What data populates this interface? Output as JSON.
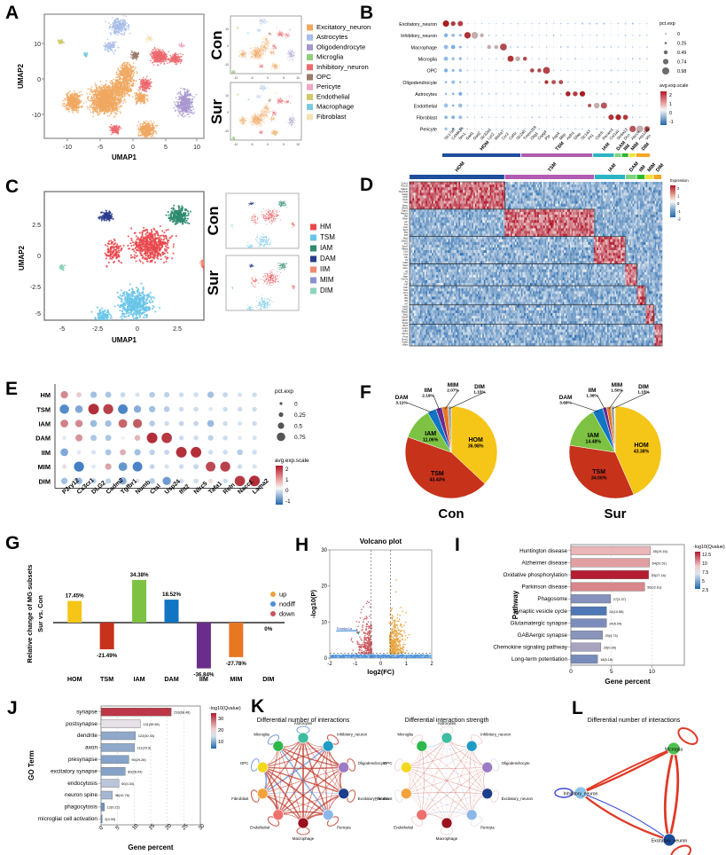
{
  "panels": {
    "A": "A",
    "B": "B",
    "C": "C",
    "D": "D",
    "E": "E",
    "F": "F",
    "G": "G",
    "H": "H",
    "I": "I",
    "J": "J",
    "K": "K",
    "L": "L"
  },
  "panelA": {
    "xlabel": "UMAP1",
    "ylabel": "UMAP2",
    "xticks": [
      "-10",
      "-5",
      "0",
      "5",
      "10"
    ],
    "yticks": [
      "10",
      "0",
      "-10"
    ],
    "inset_labels": [
      "Con",
      "Sur"
    ],
    "inset_xticks": [
      "-10",
      "-5",
      "0",
      "5",
      "10"
    ],
    "inset_yticks": [
      "10",
      "0",
      "-10"
    ],
    "legend": [
      {
        "label": "Excitatory_neuron",
        "color": "#F0A860"
      },
      {
        "label": "Astrocytes",
        "color": "#A8BDE8"
      },
      {
        "label": "Oligodendrocyte",
        "color": "#A896CF"
      },
      {
        "label": "Microglia",
        "color": "#8FCF77"
      },
      {
        "label": "Inhibitory_neuron",
        "color": "#EB6A6E"
      },
      {
        "label": "OPC",
        "color": "#9C7B6B"
      },
      {
        "label": "Pericyte",
        "color": "#F0A7C4"
      },
      {
        "label": "Endothelial",
        "color": "#CFC96B"
      },
      {
        "label": "Macrophage",
        "color": "#7ECBE0"
      },
      {
        "label": "Fibroblast",
        "color": "#F5E3B8"
      }
    ]
  },
  "panelB": {
    "rows": [
      "Excitatory_neuron",
      "Inhibitory_neuron",
      "Macrophage",
      "Microglia",
      "OPC",
      "Oligodendrocyte",
      "Astrocytes",
      "Endothelial",
      "Fibroblast",
      "Pericyte"
    ],
    "genes": [
      "Slc17a7",
      "CAMK2A",
      "Nrn1",
      "Gad1",
      "Gad2",
      "Slc32a1",
      "Lyz2",
      "Ms4a7",
      "Ccr2",
      "Csf1r",
      "Slc2a5",
      "Tmem119",
      "Olig1",
      "Cspg4",
      "Plp",
      "Aqp4",
      "Mbp",
      "Aldh1",
      "Gfap",
      "Slc1a3",
      "Flt1",
      "Cldn5",
      "Pecam1",
      "Col1a1",
      "Slc6a13",
      "Dcn",
      "Abcc9",
      "Atp13a5",
      "Vtn"
    ],
    "legend_size_title": "pct.exp",
    "legend_sizes": [
      "0",
      "0.25",
      "0.49",
      "0.74",
      "0.98"
    ],
    "legend_color_title": "avg.exp.scale",
    "legend_color_ticks": [
      "2",
      "1",
      "0",
      "-1"
    ],
    "diagonal_blocks": [
      {
        "row": 0,
        "start": 0,
        "n": 3
      },
      {
        "row": 1,
        "start": 3,
        "n": 3
      },
      {
        "row": 2,
        "start": 6,
        "n": 3
      },
      {
        "row": 3,
        "start": 9,
        "n": 3
      },
      {
        "row": 4,
        "start": 12,
        "n": 3
      },
      {
        "row": 5,
        "start": 14,
        "n": 3
      },
      {
        "row": 6,
        "start": 17,
        "n": 3
      },
      {
        "row": 7,
        "start": 20,
        "n": 3
      },
      {
        "row": 8,
        "start": 23,
        "n": 3
      },
      {
        "row": 9,
        "start": 26,
        "n": 3
      }
    ]
  },
  "panelC": {
    "xlabel": "UMAP1",
    "ylabel": "UMAP2",
    "xticks": [
      "-5",
      "-2.5",
      "0",
      "2.5"
    ],
    "yticks": [
      "2.5",
      "0",
      "-2.5",
      "-5"
    ],
    "inset_labels": [
      "Con",
      "Sur"
    ],
    "legend": [
      {
        "label": "HM",
        "color": "#E8484C"
      },
      {
        "label": "TSM",
        "color": "#67C4E8"
      },
      {
        "label": "IAM",
        "color": "#2E8B6E"
      },
      {
        "label": "DAM",
        "color": "#2A3C8C"
      },
      {
        "label": "IIM",
        "color": "#F08A70"
      },
      {
        "label": "MIM",
        "color": "#8A92CF"
      },
      {
        "label": "DIM",
        "color": "#8FD4BC"
      }
    ]
  },
  "panelD": {
    "groups": [
      {
        "label": "HOM",
        "color": "#1F4E9C",
        "width": 34
      },
      {
        "label": "TSM",
        "color": "#B05CB0",
        "width": 32
      },
      {
        "label": "IAM",
        "color": "#2BB5C4",
        "width": 11
      },
      {
        "label": "DAM",
        "color": "#7ED47E",
        "width": 4
      },
      {
        "label": "IIM",
        "color": "#2EB82E",
        "width": 3
      },
      {
        "label": "MIM",
        "color": "#F2E23A",
        "width": 3
      },
      {
        "label": "DIM",
        "color": "#F5A623",
        "width": 3
      }
    ],
    "legend_title": "Expression",
    "legend_ticks": [
      "2",
      "1",
      "0",
      "-1",
      "-2"
    ],
    "gene_rows": [
      "Cx3cr1",
      "P2ry12",
      "Siglech",
      "Tmem119",
      "Selplg",
      "Csf1r",
      "Hexb",
      "Ctss",
      "Sparc",
      "Olfml3",
      "Tgfbr1",
      "Marcks",
      "Maf",
      "Rhob",
      "Jun",
      "Fos",
      "Junb",
      "Egr1",
      "Klf2",
      "Atf3",
      "Btg2",
      "Dusp1",
      "Ier2",
      "Socs3",
      "Nfkbia",
      "Ccl3",
      "Ccl4",
      "Il1b",
      "Tnf",
      "Cd83",
      "Spp1",
      "Apoe",
      "Lpl",
      "Cst7",
      "Itgax",
      "Clec7a",
      "Axl",
      "Cd9",
      "Ctsb",
      "Ctsd",
      "Fth1",
      "Ifit1",
      "Ifit2",
      "Ifit3",
      "Irf7",
      "Isg15",
      "Oasl2",
      "Rsad2",
      "Stat1",
      "Usp18",
      "Mki67",
      "Top2a",
      "Birc5",
      "Ccnb1",
      "Cdk1",
      "Mcm2",
      "Pcna",
      "Stmn1",
      "Tubb5",
      "H2afz"
    ]
  },
  "panelE": {
    "rows": [
      "HM",
      "TSM",
      "IAM",
      "DAM",
      "IIM",
      "MIM",
      "DIM"
    ],
    "genes": [
      "P2ry12",
      "Cx3cr1",
      "DLG2",
      "Cadm2",
      "Tgfbr1",
      "Numb",
      "Ctsl",
      "Usp24",
      "Ifit2",
      "Nlrc5",
      "Tafa1",
      "Reln",
      "Nacc1",
      "Lama2"
    ],
    "legend_size_title": "pct.exp",
    "legend_sizes": [
      "0",
      "0.25",
      "0.5",
      "0.75"
    ],
    "legend_color_title": "avg.exp.scale",
    "legend_color_ticks": [
      "2",
      "1",
      "0",
      "-1"
    ],
    "matrix": [
      [
        1.2,
        0.5,
        -0.9,
        -0.8,
        -0.5,
        -0.3,
        -0.7,
        -0.6,
        -0.4,
        -0.4,
        -0.9,
        -0.5,
        -0.3,
        -0.4
      ],
      [
        -1.8,
        -1.3,
        2.2,
        2.0,
        -1.9,
        -1.2,
        -0.9,
        -0.7,
        -0.4,
        -0.4,
        -0.2,
        -0.4,
        -0.4,
        -0.4
      ],
      [
        1.3,
        1.2,
        -1.0,
        -0.9,
        1.6,
        1.7,
        -0.7,
        -0.4,
        -0.5,
        -0.5,
        -1.0,
        -0.4,
        -0.3,
        -0.4
      ],
      [
        -0.2,
        1.1,
        -0.8,
        -0.8,
        0.1,
        0.7,
        2.2,
        2.1,
        -0.4,
        -0.4,
        -0.6,
        -0.4,
        -0.2,
        -0.3
      ],
      [
        -1.3,
        -0.2,
        -0.3,
        -0.8,
        0.8,
        -0.9,
        -0.6,
        -0.5,
        2.2,
        2.2,
        -0.4,
        -0.4,
        -0.7,
        -0.4
      ],
      [
        0.3,
        -2.0,
        -0.2,
        0.9,
        -1.6,
        -1.9,
        -0.5,
        -0.3,
        -0.4,
        -0.5,
        1.9,
        2.0,
        -0.4,
        -0.3
      ],
      [
        -0.9,
        -1.0,
        -0.6,
        -0.6,
        -1.2,
        -0.3,
        -0.7,
        -1.5,
        -0.4,
        -0.4,
        0.3,
        -0.4,
        2.1,
        2.2
      ]
    ]
  },
  "panelF": {
    "charts": [
      {
        "title": "Con",
        "slices": [
          {
            "label": "HOM",
            "value": 36.98,
            "pct": "36.98%",
            "color": "#F5C518"
          },
          {
            "label": "TSM",
            "value": 43.43,
            "pct": "43.43%",
            "color": "#C7321B"
          },
          {
            "label": "IAM",
            "value": 11.06,
            "pct": "11.06%",
            "color": "#7DC242"
          },
          {
            "label": "DAM",
            "value": 3.11,
            "pct": "3.11%",
            "color": "#1275C4"
          },
          {
            "label": "IIM",
            "value": 2.19,
            "pct": "2.19%",
            "color": "#6B2D8C"
          },
          {
            "label": "MIM",
            "value": 2.07,
            "pct": "2.07%",
            "color": "#E87722"
          },
          {
            "label": "DIM",
            "value": 1.15,
            "pct": "1.15%",
            "color": "#9AA0A6"
          }
        ]
      },
      {
        "title": "Sur",
        "slices": [
          {
            "label": "HOM",
            "value": 43.38,
            "pct": "43.38%",
            "color": "#F5C518"
          },
          {
            "label": "TSM",
            "value": 34.06,
            "pct": "34.06%",
            "color": "#C7321B"
          },
          {
            "label": "IAM",
            "value": 14.48,
            "pct": "14.48%",
            "color": "#7DC242"
          },
          {
            "label": "DAM",
            "value": 3.68,
            "pct": "3.68%",
            "color": "#1275C4"
          },
          {
            "label": "IIM",
            "value": 1.38,
            "pct": "1.38%",
            "color": "#6B2D8C"
          },
          {
            "label": "MIM",
            "value": 1.5,
            "pct": "1.50%",
            "color": "#E87722"
          },
          {
            "label": "DIM",
            "value": 1.15,
            "pct": "1.15%",
            "color": "#9AA0A6"
          }
        ]
      }
    ]
  },
  "chart_data": [
    {
      "type": "bar",
      "panel": "G",
      "title": "",
      "ylabel": "Relative change of MG subsets Sur vs. Con",
      "xlabel": "",
      "categories": [
        "HOM",
        "TSM",
        "IAM",
        "DAM",
        "IIM",
        "MIM",
        "DIM"
      ],
      "values": [
        17.45,
        -21.49,
        34.38,
        18.52,
        -36.84,
        -27.78,
        0
      ],
      "labels": [
        "17.45%",
        "-21.49%",
        "34.38%",
        "18.52%",
        "-36.84%",
        "-27.78%",
        "0%"
      ],
      "colors": [
        "#F5C518",
        "#C7321B",
        "#7DC242",
        "#1275C4",
        "#6B2D8C",
        "#E87722",
        "#9AA0A6"
      ],
      "ylim": [
        -40,
        40
      ]
    },
    {
      "type": "scatter",
      "panel": "H",
      "title": "Volcano plot",
      "xlabel": "log2(FC)",
      "ylabel": "-log10(P)",
      "xticks": [
        "-2",
        "-1",
        "0",
        "1",
        "2"
      ],
      "yticks": [
        "0",
        "10",
        "20",
        "30"
      ],
      "xlim": [
        -2,
        2
      ],
      "ylim": [
        0,
        30
      ],
      "annotation": "Epwdpc1a",
      "legend": [
        {
          "label": "up",
          "color": "#E8A33D"
        },
        {
          "label": "nodiff",
          "color": "#4A90D9"
        },
        {
          "label": "down",
          "color": "#C9555B"
        }
      ]
    },
    {
      "type": "bar",
      "panel": "I",
      "title": "",
      "xlabel": "Gene percent",
      "ylabel": "Pathway",
      "legend_title": "-log10(Qvalue)",
      "legend_ticks": [
        "12.5",
        "10",
        "7.5",
        "5",
        "2.5"
      ],
      "xticks": [
        "0",
        "5",
        "10"
      ],
      "xlim": [
        0,
        14
      ],
      "categories": [
        "Huntington disease",
        "Alzheimer disease",
        "Oxidative phosphorylation",
        "Parkinson disease",
        "Phagosome",
        "Synaptic vesicle cycle",
        "Glutamatergic synapse",
        "GABAergic synapse",
        "Chemokine signaling pathway",
        "Long-term potentiation"
      ],
      "values": [
        9.8,
        9.7,
        9.6,
        9.1,
        4.9,
        4.4,
        4.4,
        3.9,
        3.7,
        3.3
      ],
      "labels": [
        "55(19.16)",
        "54(20.51)",
        "53(27.16)",
        "50(22.61)",
        "27(3.37)",
        "24(10.58)",
        "24(5.04)",
        "20(4.73)",
        "20(0.95)",
        "18(5.16)"
      ],
      "qvalues": [
        7.6,
        8.4,
        12.8,
        9.3,
        3.4,
        1.6,
        3.1,
        3.6,
        4.6,
        3.0
      ]
    },
    {
      "type": "bar",
      "panel": "J",
      "title": "",
      "xlabel": "Gene percent",
      "ylabel": "GO Term",
      "legend_title": "-log10(Qvalue)",
      "legend_ticks": [
        "30",
        "20",
        "10"
      ],
      "xticks": [
        "0",
        "5",
        "10",
        "15",
        "20",
        "25",
        "30"
      ],
      "xlim": [
        0,
        30
      ],
      "categories": [
        "synapse",
        "postsynapse",
        "dendrite",
        "axon",
        "presynapse",
        "excitatory synapse",
        "endocytosis",
        "neuron spine",
        "phagocytosis",
        "microglial cell activation"
      ],
      "values": [
        21.2,
        11.9,
        10.4,
        10.1,
        8.4,
        7.3,
        5.4,
        3.4,
        1.0,
        0.2
      ],
      "labels": [
        "233(68.48)",
        "131(39.98)",
        "122(30.33)",
        "111(29.5)",
        "90(29.26)",
        "80(28.04)",
        "60(4.34)",
        "38(10.76)",
        "12(0.22)",
        "2(0.09)"
      ],
      "qvalues": [
        33,
        20,
        12,
        12,
        11,
        11,
        16,
        14,
        9,
        8
      ]
    }
  ],
  "panelK": {
    "chart1_title": "Differential number of interactions",
    "chart2_title": "Differential interaction strength",
    "nodes": [
      {
        "label": "Astrocytes",
        "color": "#3CBCA0"
      },
      {
        "label": "Inhibitory_neuron",
        "color": "#1E9CC4"
      },
      {
        "label": "Oligodendrocyte",
        "color": "#9B7BC4"
      },
      {
        "label": "Excitatory_neuron",
        "color": "#1B3F8C"
      },
      {
        "label": "Pericyte",
        "color": "#8CB8E8"
      },
      {
        "label": "Macrophage",
        "color": "#9C0F1E"
      },
      {
        "label": "Endothelial",
        "color": "#F0706E"
      },
      {
        "label": "Fibroblast",
        "color": "#F2A33C"
      },
      {
        "label": "OPC",
        "color": "#F2D81E"
      },
      {
        "label": "Microglia",
        "color": "#2EB84C"
      }
    ]
  },
  "panelL": {
    "title": "Differential number of interactions",
    "nodes": [
      {
        "label": "Microglia",
        "color": "#4CC04C"
      },
      {
        "label": "Inhibitory_neuron",
        "color": "#8CC4E8"
      },
      {
        "label": "Excitatory_neuron",
        "color": "#1B4C9C"
      }
    ]
  }
}
